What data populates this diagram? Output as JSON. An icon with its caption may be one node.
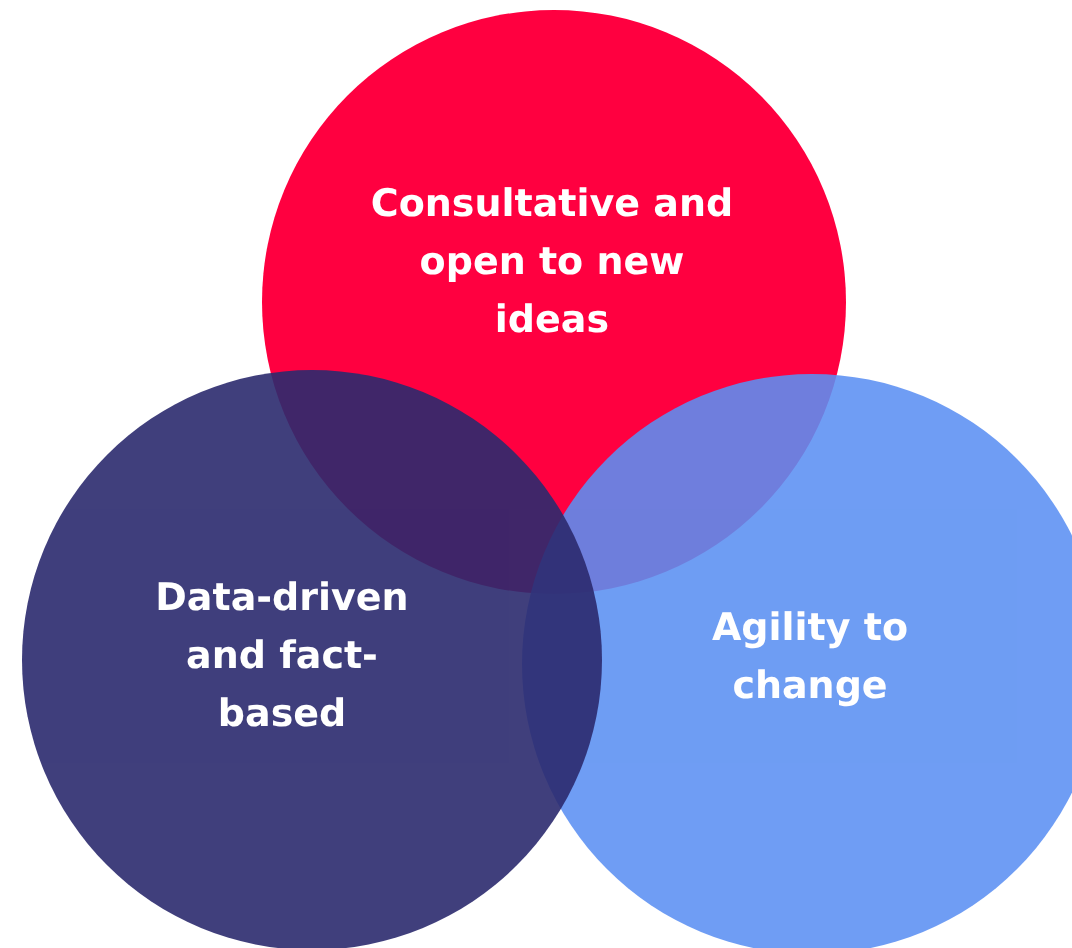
{
  "diagram": {
    "nodes": [
      {
        "text": [
          "Consultative and open to new ideas"
        ]
      },
      {
        "text": [
          "Data-driven and fact-based"
        ]
      },
      {
        "text": [
          "Agility to change"
        ]
      }
    ]
  }
}
